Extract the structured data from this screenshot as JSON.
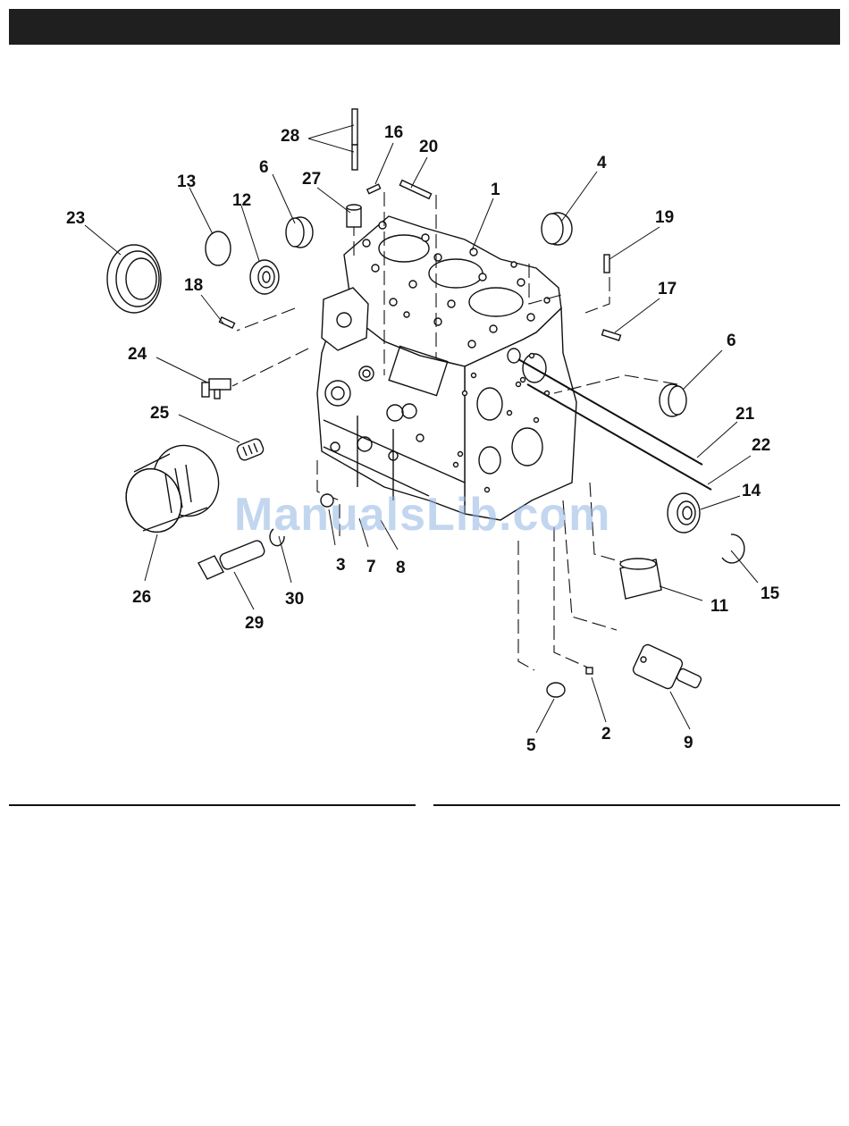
{
  "watermark": "ManualsLib.com",
  "callouts": {
    "c1": "1",
    "c2": "2",
    "c3": "3",
    "c4": "4",
    "c5": "5",
    "c6a": "6",
    "c6b": "6",
    "c7": "7",
    "c8": "8",
    "c9": "9",
    "c11": "11",
    "c12": "12",
    "c13": "13",
    "c14": "14",
    "c15": "15",
    "c16": "16",
    "c17": "17",
    "c18": "18",
    "c19": "19",
    "c20": "20",
    "c21": "21",
    "c22": "22",
    "c23": "23",
    "c24": "24",
    "c25": "25",
    "c26": "26",
    "c27": "27",
    "c28": "28",
    "c29": "29",
    "c30": "30"
  }
}
